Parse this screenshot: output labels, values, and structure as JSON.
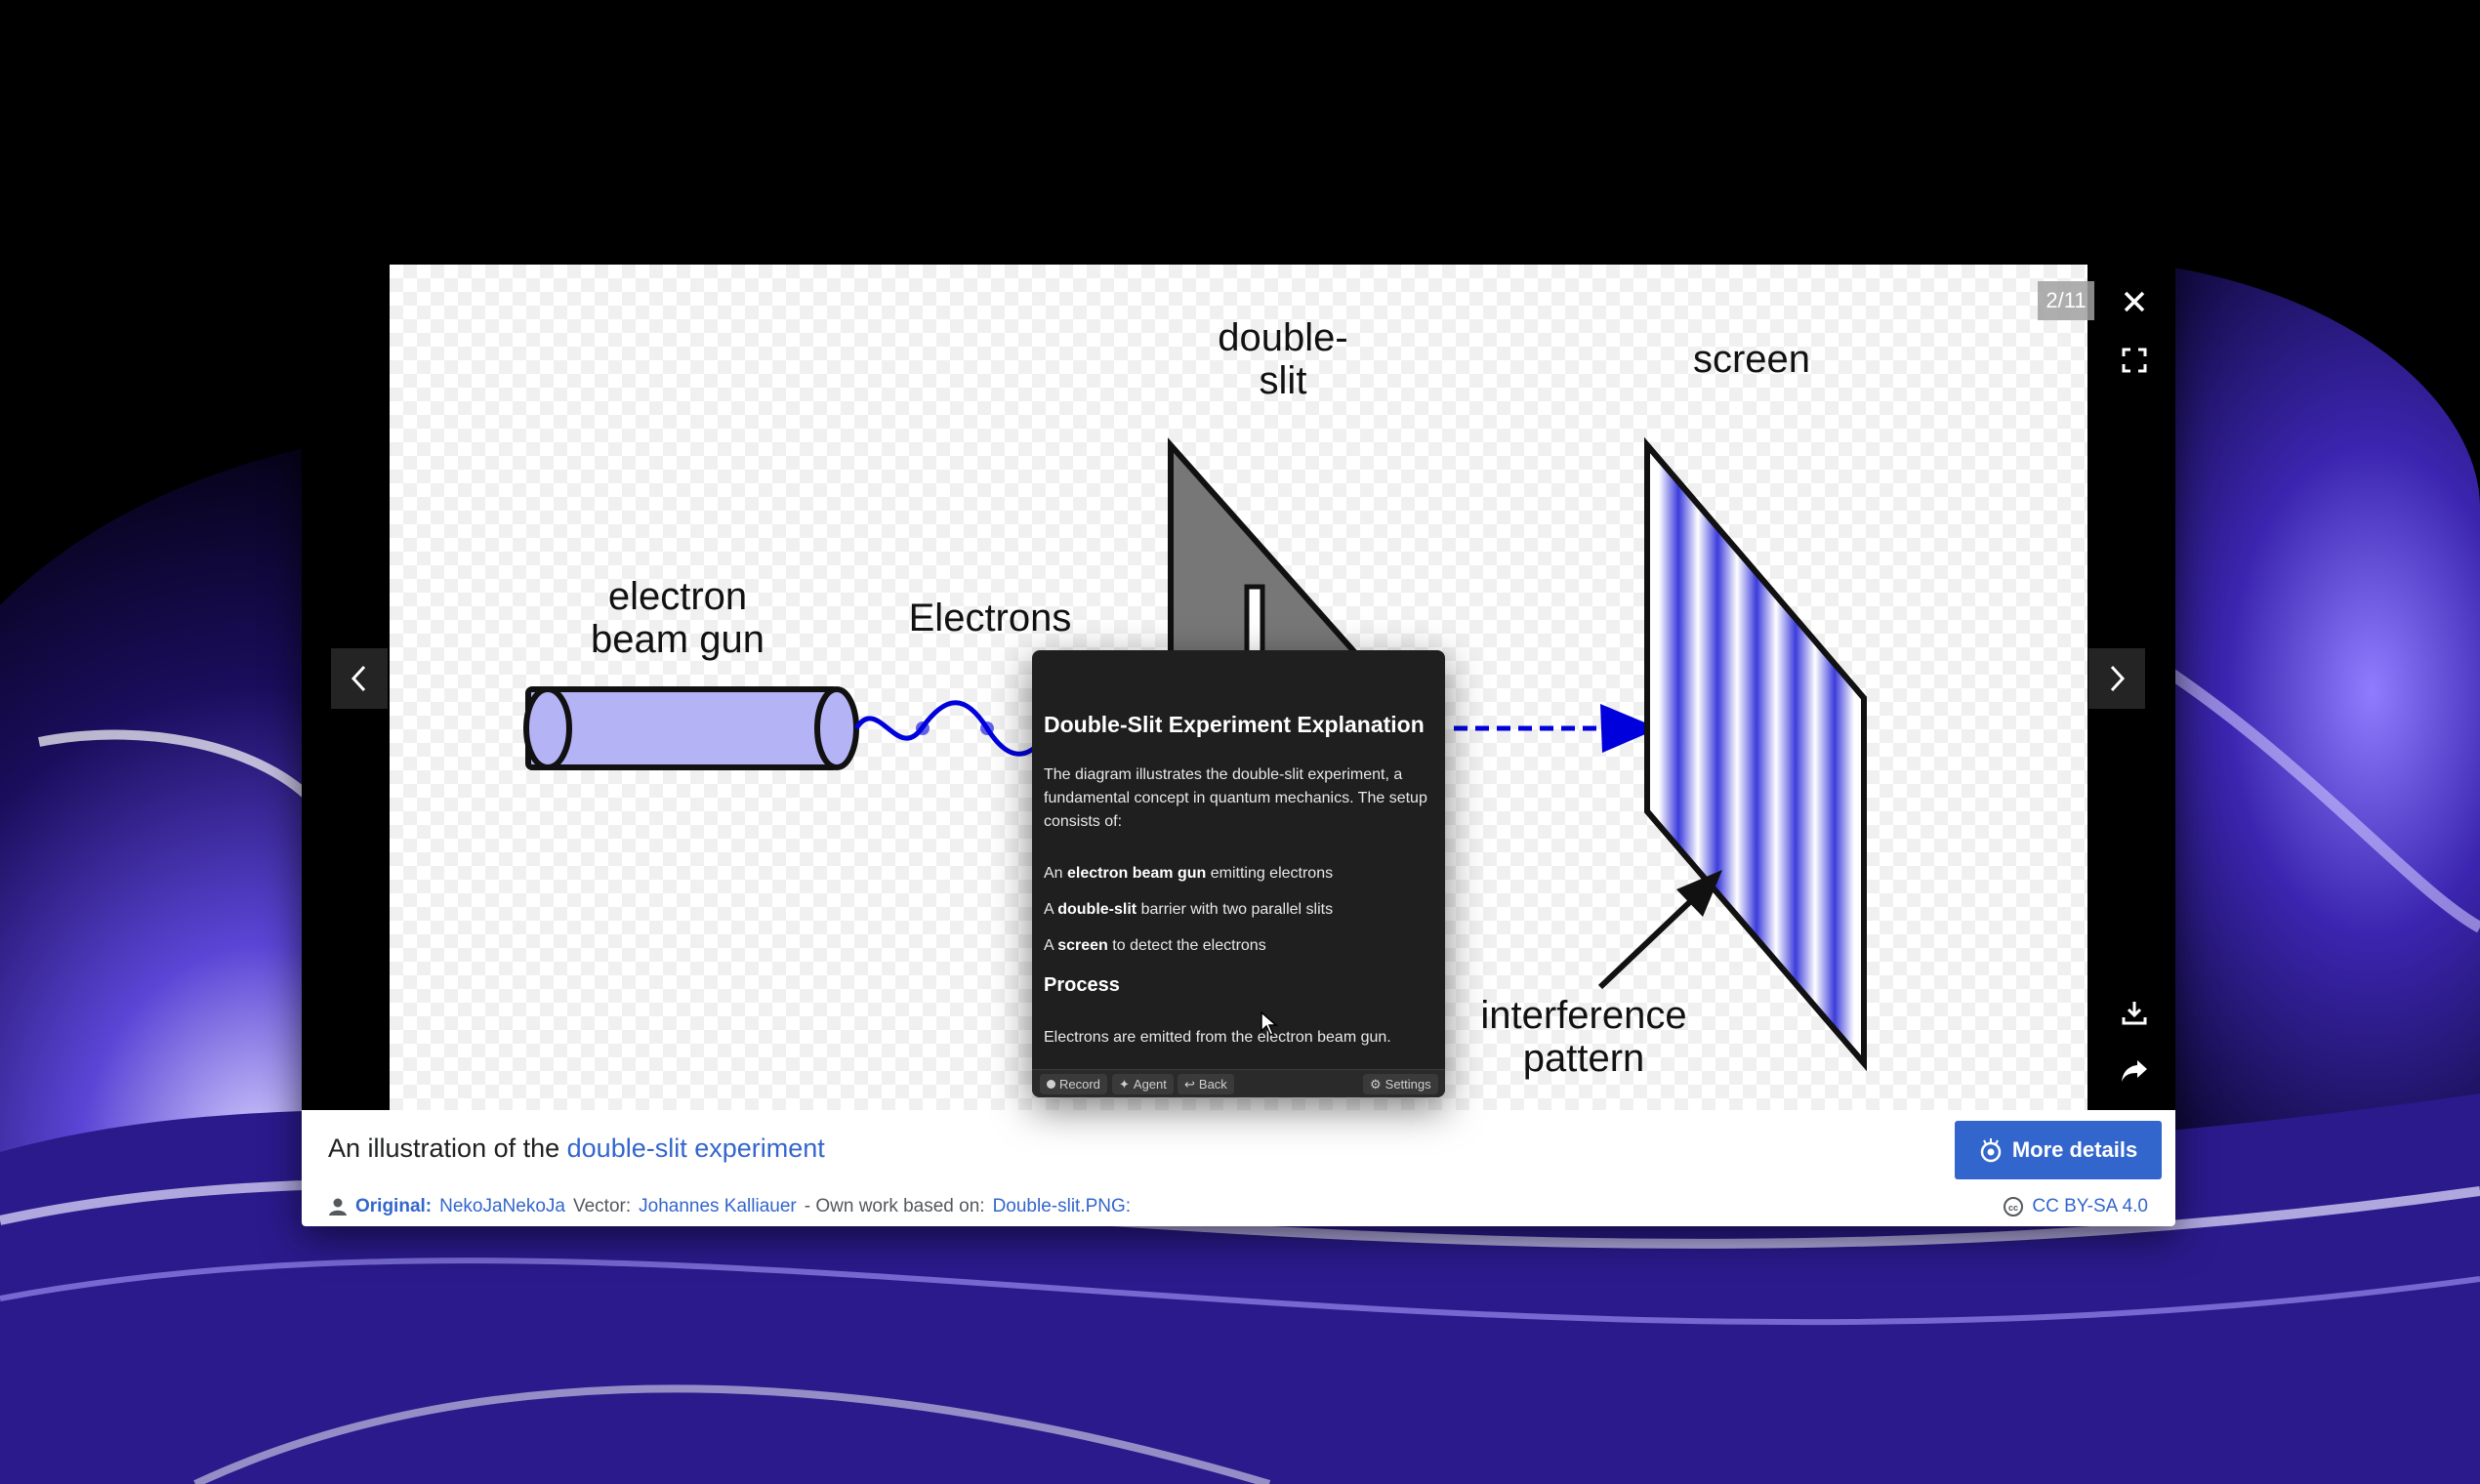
{
  "viewer": {
    "counter": "2/11",
    "diagram_labels": {
      "gun_line1": "electron",
      "gun_line2": "beam gun",
      "electrons": "Electrons",
      "slit_line1": "double-",
      "slit_line2": "slit",
      "screen": "screen",
      "pattern_line1": "interference",
      "pattern_line2": "pattern"
    }
  },
  "caption": {
    "prefix": "An illustration of the ",
    "link": "double-slit experiment",
    "more_details": "More details"
  },
  "credit": {
    "original_label": "Original:",
    "original_author": "NekoJaNekoJa",
    "vector_label": "Vector:",
    "vector_author": "Johannes Kalliauer",
    "based_on": "- Own work based on:",
    "source_file": "Double-slit.PNG:",
    "license": "CC BY-SA 4.0"
  },
  "tooltip": {
    "title": "Double-Slit Experiment Explanation",
    "intro": "The diagram illustrates the double-slit experiment, a fundamental concept in quantum mechanics. The setup consists of:",
    "items": [
      {
        "pre": "An ",
        "bold": "electron beam gun",
        "post": " emitting electrons"
      },
      {
        "pre": "A ",
        "bold": "double-slit",
        "post": " barrier with two parallel slits"
      },
      {
        "pre": "A ",
        "bold": "screen",
        "post": " to detect the electrons"
      }
    ],
    "process_heading": "Process",
    "process_text": "Electrons are emitted from the electron beam gun.",
    "footer": {
      "record": "Record",
      "agent": "Agent",
      "back": "Back",
      "settings": "Settings"
    }
  },
  "colors": {
    "accent": "#3366cc",
    "wave": "#0000dd",
    "gun_fill": "#b3b3f5"
  }
}
